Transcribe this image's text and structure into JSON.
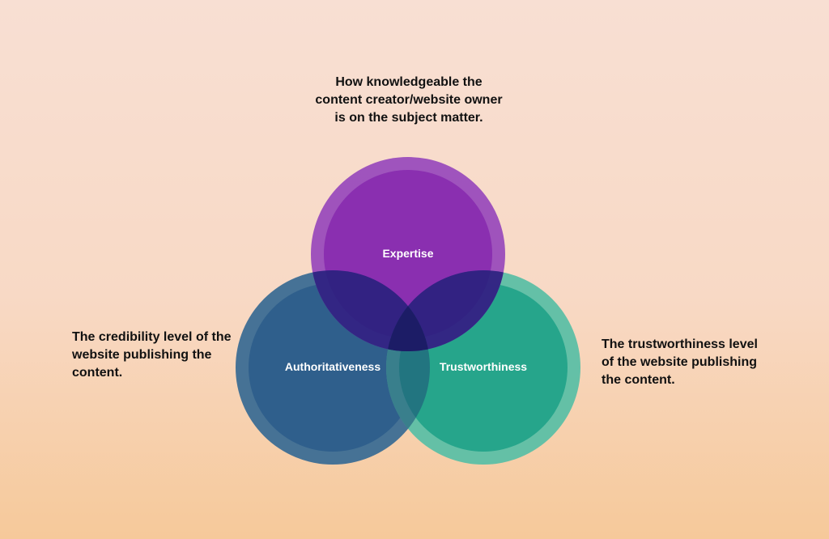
{
  "diagram": {
    "circles": [
      {
        "id": "expertise",
        "label": "Expertise",
        "description": "How knowledgeable the content creator/website owner is on the subject matter.",
        "fill": "#8a2fb0",
        "ring": "#9a4cbc"
      },
      {
        "id": "authoritativeness",
        "label": "Authoritativeness",
        "description": "The credibility level of the website publishing the content.",
        "fill": "#2f5f8c",
        "ring": "#3c6d93"
      },
      {
        "id": "trustworthiness",
        "label": "Trustworthiness",
        "description": "The trustworthiness level of the website publishing the content.",
        "fill": "#26a58b",
        "ring": "#5cbfa5"
      }
    ],
    "overlap_color": "#22207a",
    "center_color": "#1c1c66"
  }
}
